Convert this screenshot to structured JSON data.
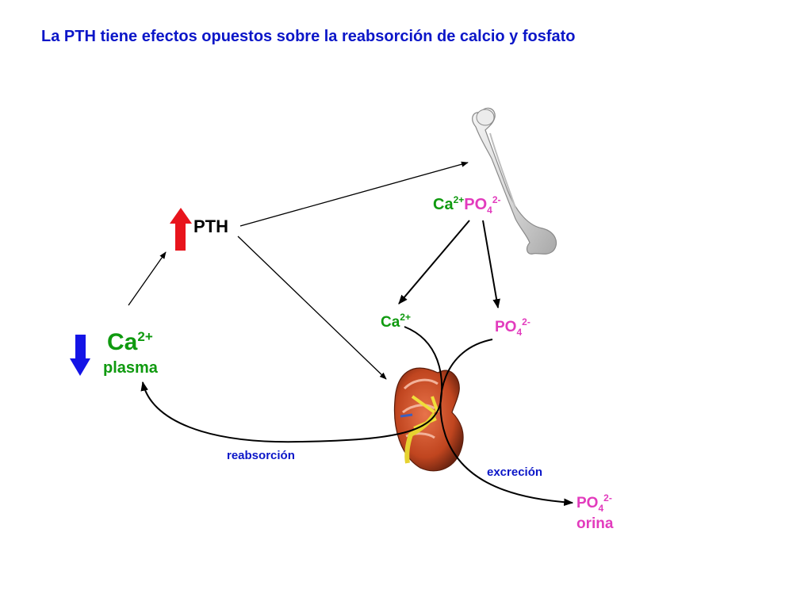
{
  "title": "La PTH tiene efectos opuestos sobre la reabsorción de calcio y fosfato",
  "pth": {
    "label": "PTH",
    "trend": "up",
    "arrow_color": "#e8141c"
  },
  "plasma": {
    "ion": "Ca",
    "charge": "2+",
    "label": "plasma",
    "trend": "down",
    "arrow_color": "#1414e6"
  },
  "bone": {
    "ca": "Ca",
    "ca_charge": "2+",
    "po": "PO",
    "po_sub": "4",
    "po_charge": "2-"
  },
  "kidney": {
    "ca": "Ca",
    "ca_charge": "2+",
    "po": "PO",
    "po_sub": "4",
    "po_charge": "2-"
  },
  "urine": {
    "po": "PO",
    "po_sub": "4",
    "po_charge": "2-",
    "label": "orina"
  },
  "processes": {
    "reabsorption": "reabsorción",
    "excretion": "excreción"
  },
  "colors": {
    "title": "#0b16c8",
    "calcium": "#0f9a0f",
    "phosphate": "#e23bbd"
  }
}
